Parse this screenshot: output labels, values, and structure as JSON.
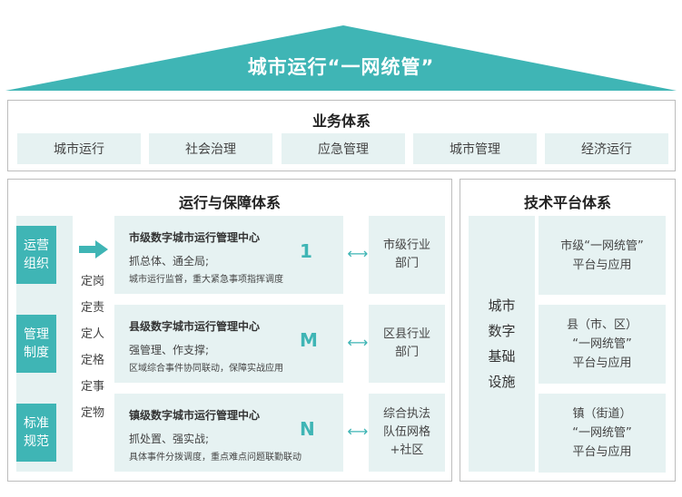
{
  "header": {
    "title": "城市运行“一网统管”",
    "color": "#3fb5b5"
  },
  "business": {
    "title": "业务体系",
    "items": [
      "城市运行",
      "社会治理",
      "应急管理",
      "城市管理",
      "经济运行"
    ]
  },
  "ops": {
    "title": "运行与保障体系",
    "standards": [
      "运营组织",
      "管理制度",
      "标准规范"
    ],
    "ding": [
      "定岗",
      "定责",
      "定人",
      "定格",
      "定事",
      "定物"
    ],
    "centers": [
      {
        "title": "市级数字城市运行管理中心",
        "line1": "抓总体、通全局;",
        "line2": "城市运行监督，重大紧急事项指挥调度",
        "level": "1"
      },
      {
        "title": "县级数字城市运行管理中心",
        "line1": "强管理、作支撑;",
        "line2": "区域综合事件协同联动，保障实战应用",
        "level": "M"
      },
      {
        "title": "镇级数字城市运行管理中心",
        "line1": "抓处置、强实战;",
        "line2": "具体事件分拨调度，重点难点问题联勤联动",
        "level": "N"
      }
    ],
    "link_symbol": "⟷",
    "industries": [
      "市级行业\n部门",
      "区县行业\n部门",
      "综合执法\n队伍网格\n+社区"
    ]
  },
  "tech": {
    "title": "技术平台体系",
    "infra": "城市数字基础设施",
    "platforms": [
      "市级“一网统管”\n平台与应用",
      "县（市、区）\n“一网统管”\n平台与应用",
      "镇（街道）\n“一网统管”\n平台与应用"
    ]
  }
}
